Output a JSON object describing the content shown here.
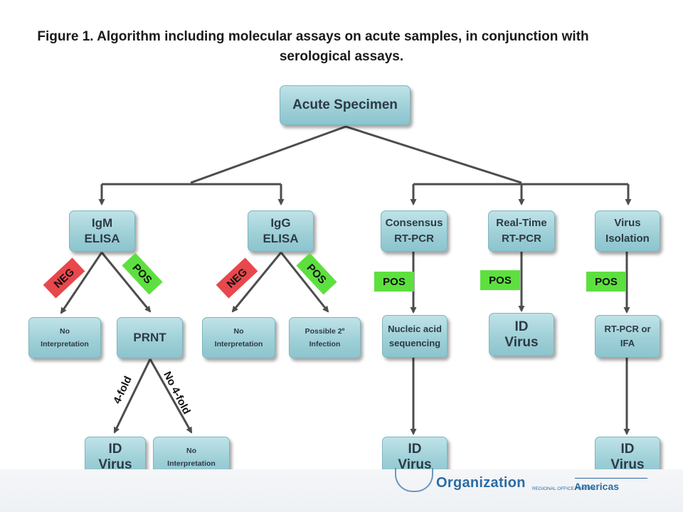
{
  "title": {
    "line1": "Figure 1. Algorithm including molecular assays on acute samples, in conjunction with",
    "line2": "serological assays."
  },
  "nodes": {
    "acute": "Acute Specimen",
    "igm": "IgM\nELISA",
    "igg": "IgG\nELISA",
    "consensus": "Consensus\nRT-PCR",
    "realtime": "Real-Time\nRT-PCR",
    "isolation": "Virus\nIsolation",
    "no_interp_1": "No\nInterpretation",
    "prnt": "PRNT",
    "no_interp_2": "No\nInterpretation",
    "secondary": "Possible 2º\nInfection",
    "nucleic": "Nucleic acid\nsequencing",
    "id_realtime": "ID\nVirus",
    "rtpcr_ifa": "RT-PCR or\nIFA",
    "id_prnt": "ID\nVirus",
    "no_interp_3": "No\nInterpretation",
    "id_nucleic": "ID\nVirus",
    "id_isolation": "ID\nVirus"
  },
  "tags": {
    "igm_neg": "NEG",
    "igm_pos": "POS",
    "igg_neg": "NEG",
    "igg_pos": "POS",
    "consensus_pos": "POS",
    "realtime_pos": "POS",
    "isolation_pos": "POS"
  },
  "edge_labels": {
    "fourfold": "4-fold",
    "no_fourfold": "No 4-fold"
  },
  "footer": {
    "org": "Organization",
    "regional": "REGIONAL OFFICE FOR THE",
    "americas": "Americas"
  },
  "colors": {
    "node_fill": "#9fd0d8",
    "neg": "#e8474c",
    "pos": "#5de03f",
    "connector": "#4d4d4d"
  }
}
